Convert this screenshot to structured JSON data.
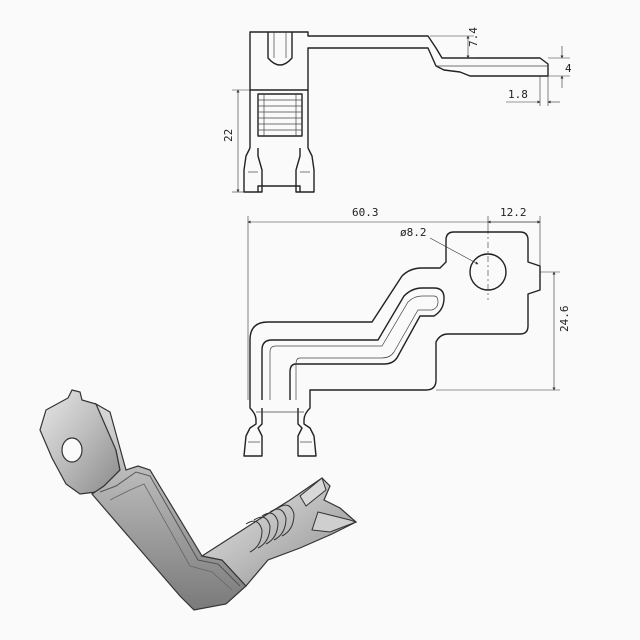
{
  "dimensions": {
    "top_height": "7.4",
    "step_height": "4",
    "step_offset": "1.8",
    "side_length": "22",
    "overall_length": "60.3",
    "hole_diameter": "ø8.2",
    "tab_width": "12.2",
    "overall_height": "24.6"
  }
}
